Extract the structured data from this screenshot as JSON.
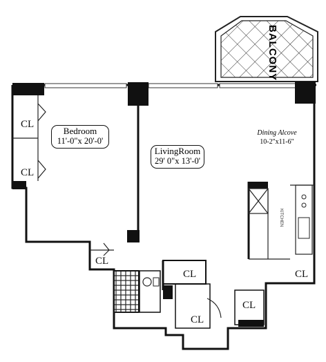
{
  "rooms": {
    "bedroom": {
      "name": "Bedroom",
      "dims": "11'-0\"x 20'-0'"
    },
    "living": {
      "name": "LivingRoom",
      "dims": "29' 0\"x 13'-0'"
    },
    "dining": {
      "name": "Dining Alcove",
      "dims": "10-2\"x11-6\""
    },
    "balcony": {
      "name": "BALCONY"
    },
    "kitchen": {
      "name": "KITCHEN"
    }
  },
  "closets": [
    "CL",
    "CL",
    "CL",
    "CL",
    "CL",
    "CL",
    "CL"
  ]
}
